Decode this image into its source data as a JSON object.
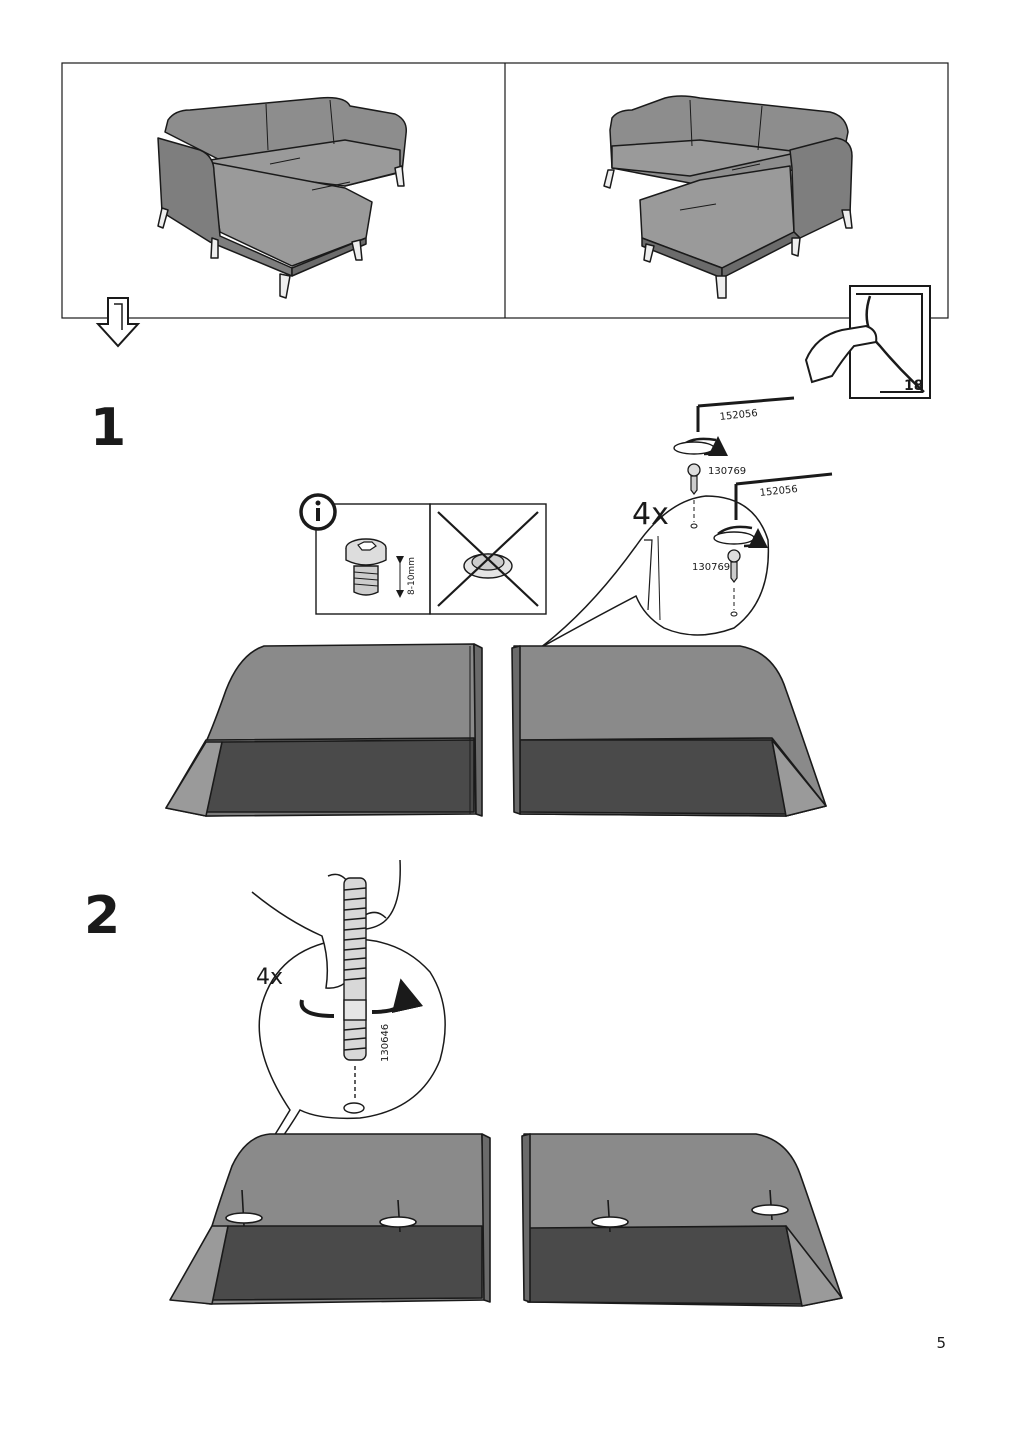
{
  "options": {
    "left_label": "",
    "right_label": ""
  },
  "steps": [
    {
      "number": "1",
      "quantity": "4x",
      "wrench_part": "152056",
      "screw_part": "130769",
      "screw_length": "8-10mm"
    },
    {
      "number": "2",
      "quantity": "4x",
      "leg_bolt_part": "130646"
    }
  ],
  "page_ref": "18",
  "page_number": "5",
  "colors": {
    "line": "#1a1a1a",
    "fabric": "#8a8a8a",
    "fabric_dark": "#555555",
    "panel": "#4a4a4a"
  },
  "icons": {
    "info": "info-icon",
    "forbidden": "cross-icon",
    "turn_page": "page-turn-icon",
    "arrow": "down-arrow-icon"
  }
}
